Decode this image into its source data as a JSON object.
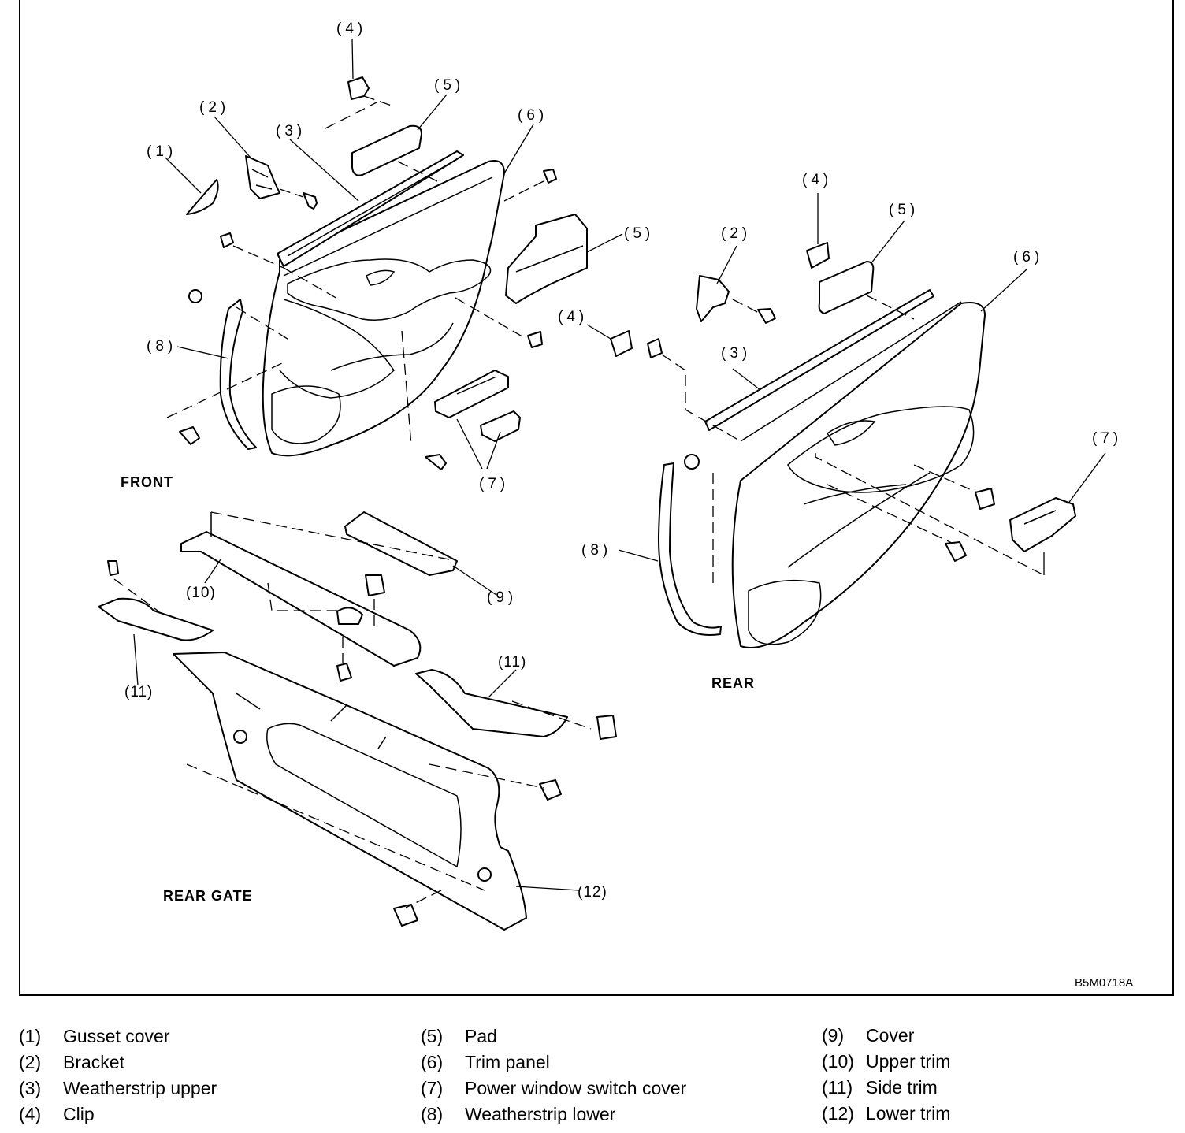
{
  "diagram": {
    "code": "B5M0718A",
    "sections": {
      "front": "FRONT",
      "rear": "REAR",
      "rear_gate": "REAR GATE"
    },
    "callouts": {
      "c1": "(1)",
      "c2": "(2)",
      "c3": "(3)",
      "c4": "(4)",
      "c5": "(5)",
      "c6": "(6)",
      "c7": "(7)",
      "c8": "(8)",
      "c9": "(9)",
      "c10": "(10)",
      "c11": "(11)",
      "c12": "(12)"
    }
  },
  "legend": [
    {
      "num": "(1)",
      "label": "Gusset cover"
    },
    {
      "num": "(2)",
      "label": "Bracket"
    },
    {
      "num": "(3)",
      "label": "Weatherstrip upper"
    },
    {
      "num": "(4)",
      "label": "Clip"
    },
    {
      "num": "(5)",
      "label": "Pad"
    },
    {
      "num": "(6)",
      "label": "Trim panel"
    },
    {
      "num": "(7)",
      "label": "Power window switch cover"
    },
    {
      "num": "(8)",
      "label": "Weatherstrip lower"
    },
    {
      "num": "(9)",
      "label": "Cover"
    },
    {
      "num": "(10)",
      "label": "Upper trim"
    },
    {
      "num": "(11)",
      "label": "Side trim"
    },
    {
      "num": "(12)",
      "label": "Lower trim"
    }
  ]
}
